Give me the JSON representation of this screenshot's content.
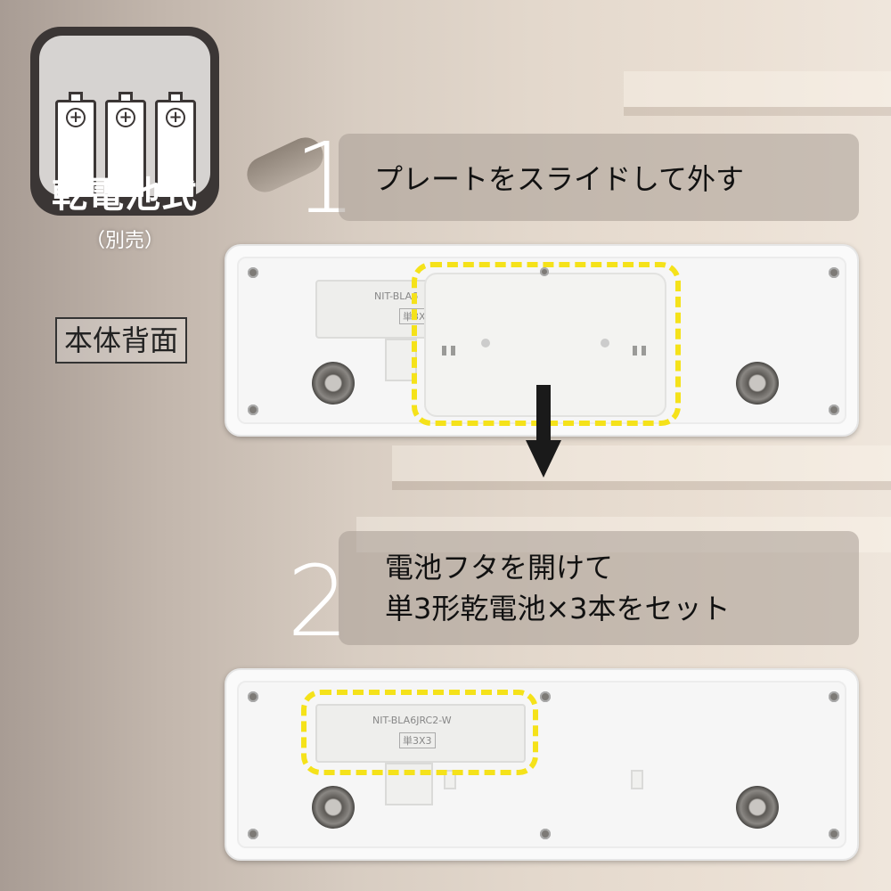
{
  "badge": {
    "title": "乾電池式",
    "subtitle": "（別売）",
    "icon": "battery-icon"
  },
  "back_label": "本体背面",
  "steps": [
    {
      "number": "1",
      "lines": [
        "プレートをスライドして外す"
      ]
    },
    {
      "number": "2",
      "lines": [
        "電池フタを開けて",
        "単3形乾電池×3本をセット"
      ]
    }
  ],
  "device": {
    "model": "NIT-BLA6JRC2-W",
    "battery_spec": "単3X3",
    "model_partial": "NIT-BLA6",
    "battery_spec_partial": "単3X"
  },
  "colors": {
    "highlight": "#f5e21a",
    "badge_bg": "#3b3635",
    "arrow": "#1a1a1a"
  }
}
